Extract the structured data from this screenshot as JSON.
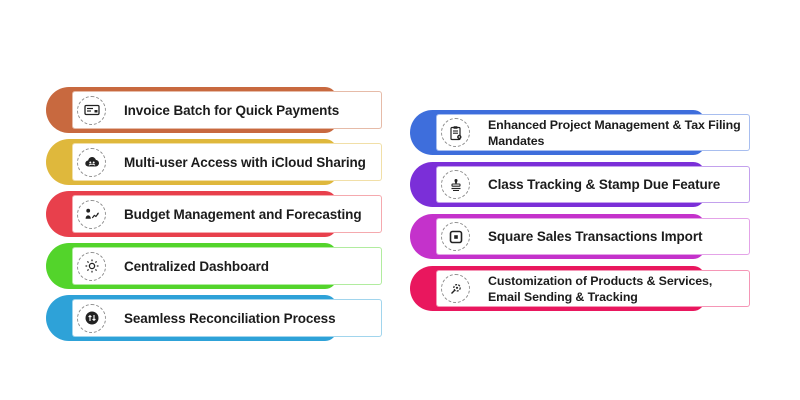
{
  "page": {
    "background": "#ffffff",
    "text_color": "#1c1c1c",
    "circle_border_color": "#8f8f8f"
  },
  "columns": {
    "left": {
      "items": [
        {
          "label": "Invoice Batch for Quick Payments",
          "color": "#C8693F",
          "icon": "invoice-icon"
        },
        {
          "label": "Multi-user Access with iCloud Sharing",
          "color": "#DFB83C",
          "icon": "cloud-users-icon"
        },
        {
          "label": "Budget Management and Forecasting",
          "color": "#E8404C",
          "icon": "budget-forecast-icon"
        },
        {
          "label": "Centralized Dashboard",
          "color": "#53D42B",
          "icon": "dashboard-icon"
        },
        {
          "label": "Seamless  Reconciliation Process",
          "color": "#2EA2D8",
          "icon": "reconciliation-icon"
        }
      ]
    },
    "right": {
      "items": [
        {
          "label": "Enhanced Project Management & Tax Filing Mandates",
          "color": "#3E6EDC",
          "icon": "project-tax-icon"
        },
        {
          "label": "Class Tracking & Stamp Due Feature",
          "color": "#7B2FD8",
          "icon": "stamp-icon"
        },
        {
          "label": "Square Sales Transactions Import",
          "color": "#C432CB",
          "icon": "square-import-icon"
        },
        {
          "label": "Customization of Products & Services, Email Sending & Tracking",
          "color": "#E9175E",
          "icon": "customization-icon"
        }
      ]
    }
  }
}
